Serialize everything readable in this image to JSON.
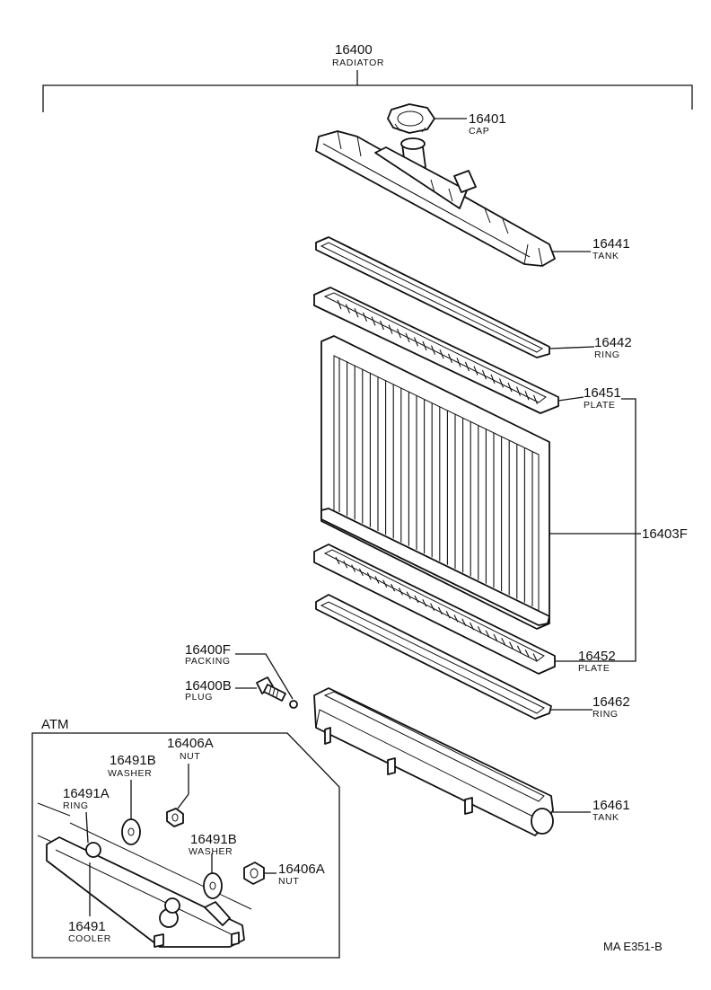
{
  "parts": {
    "radiator": {
      "number": "16400",
      "name": "RADIATOR"
    },
    "cap": {
      "number": "16401",
      "name": "CAP"
    },
    "upper_tank": {
      "number": "16441",
      "name": "TANK"
    },
    "upper_ring": {
      "number": "16442",
      "name": "RING"
    },
    "upper_plate": {
      "number": "16451",
      "name": "PLATE"
    },
    "core": {
      "number": "16403F"
    },
    "lower_plate": {
      "number": "16452",
      "name": "PLATE"
    },
    "lower_ring": {
      "number": "16462",
      "name": "RING"
    },
    "lower_tank": {
      "number": "16461",
      "name": "TANK"
    },
    "packing": {
      "number": "16400F",
      "name": "PACKING"
    },
    "plug": {
      "number": "16400B",
      "name": "PLUG"
    },
    "nut_1": {
      "number": "16406A",
      "name": "NUT"
    },
    "washer_1": {
      "number": "16491B",
      "name": "WASHER"
    },
    "ring_cooler": {
      "number": "16491A",
      "name": "RING"
    },
    "washer_2": {
      "number": "16491B",
      "name": "WASHER"
    },
    "nut_2": {
      "number": "16406A",
      "name": "NUT"
    },
    "cooler": {
      "number": "16491",
      "name": "COOLER"
    }
  },
  "atm_label": "ATM",
  "figure_code": "MA E351-B"
}
